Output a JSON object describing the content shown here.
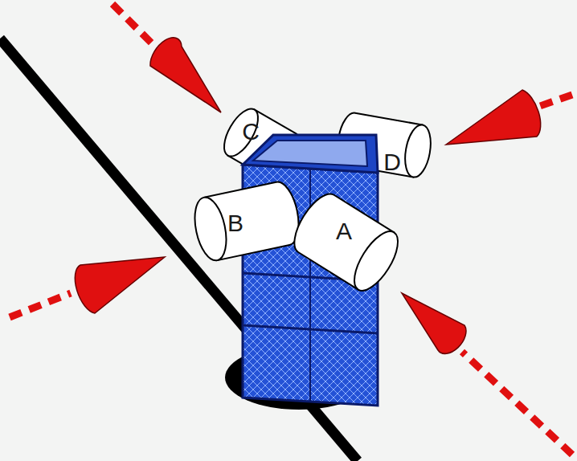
{
  "diagram": {
    "nodes": [
      {
        "text": [
          "C"
        ]
      },
      {
        "text": [
          "D"
        ]
      },
      {
        "text": [
          "B"
        ]
      },
      {
        "text": [
          "A"
        ]
      }
    ]
  }
}
